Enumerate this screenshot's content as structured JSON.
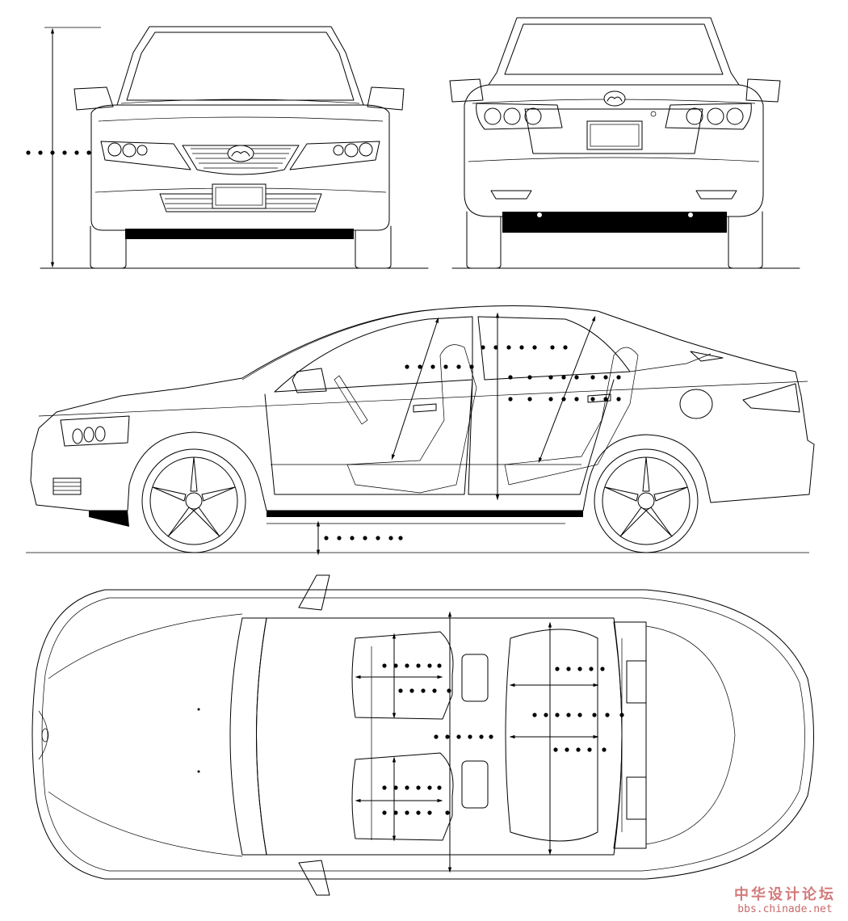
{
  "views": [
    {
      "id": "front",
      "name": "front-view"
    },
    {
      "id": "rear",
      "name": "rear-view"
    },
    {
      "id": "side",
      "name": "side-view"
    },
    {
      "id": "top",
      "name": "top-view"
    }
  ],
  "dimension_placeholders": {
    "front_height": "",
    "side_ground_clearance": "",
    "side_headroom_front": "",
    "side_headroom_rear": ""
  },
  "watermark": {
    "chinese": "中华设计论坛",
    "url": "bbs.chinade.net"
  }
}
